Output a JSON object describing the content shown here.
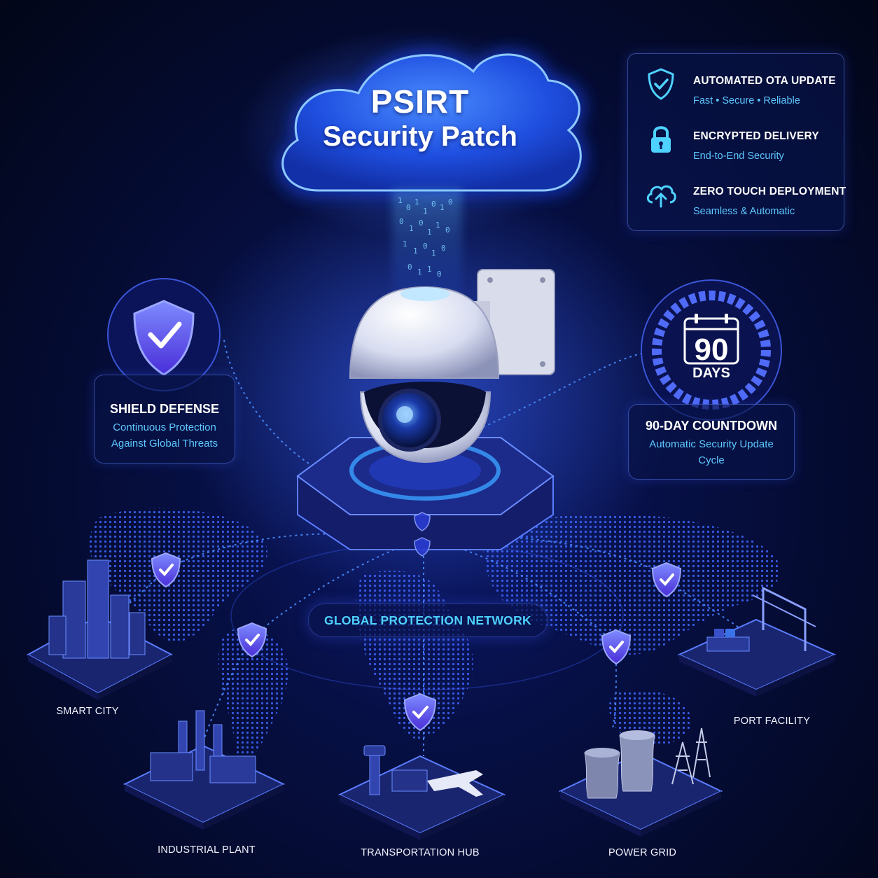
{
  "cloud": {
    "line1": "PSIRT",
    "line2": "Security Patch"
  },
  "features": [
    {
      "icon": "shield-check-icon",
      "title": "AUTOMATED OTA UPDATE",
      "subtitle": "Fast • Secure • Reliable"
    },
    {
      "icon": "lock-icon",
      "title": "ENCRYPTED DELIVERY",
      "subtitle": "End-to-End Security"
    },
    {
      "icon": "cloud-upload-icon",
      "title": "ZERO TOUCH DEPLOYMENT",
      "subtitle": "Seamless & Automatic"
    }
  ],
  "shield_defense": {
    "title": "SHIELD DEFENSE",
    "line1": "Continuous Protection",
    "line2": "Against Global Threats"
  },
  "countdown": {
    "number": "90",
    "unit": "DAYS",
    "title": "90-DAY COUNTDOWN",
    "line1": "Automatic Security Update",
    "line2": "Cycle"
  },
  "network": {
    "label": "GLOBAL PROTECTION NETWORK"
  },
  "sites": [
    {
      "label": "SMART CITY"
    },
    {
      "label": "INDUSTRIAL PLANT"
    },
    {
      "label": "TRANSPORTATION HUB"
    },
    {
      "label": "POWER GRID"
    },
    {
      "label": "PORT FACILITY"
    }
  ],
  "colors": {
    "accent": "#4ed2ff",
    "glow": "#3d6bff",
    "shield": "#5a55ff",
    "background": "#040a2c"
  }
}
